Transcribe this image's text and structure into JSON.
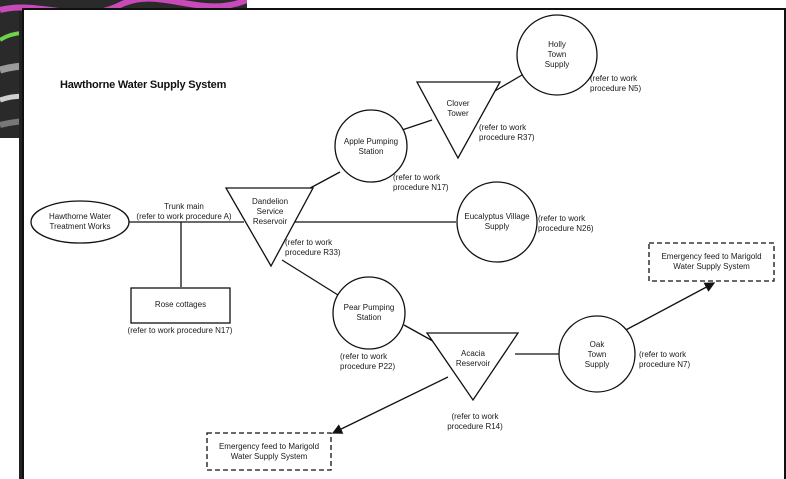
{
  "title": "Hawthorne Water Supply System",
  "nodes": {
    "treatment": "Hawthorne Water\nTreatment Works",
    "dandelion": "Dandelion\nService\nReservoir",
    "apple": "Apple Pumping\nStation",
    "clover": "Clover\nTower",
    "holly": "Holly\nTown\nSupply",
    "eucalyptus": "Eucalyptus Village\nSupply",
    "pear": "Pear Pumping\nStation",
    "acacia": "Acacia\nReservoir",
    "oak": "Oak\nTown\nSupply",
    "rose": "Rose cottages",
    "emerg_right": "Emergency feed to Marigold\nWater Supply System",
    "emerg_left": "Emergency feed to Marigold\nWater Supply System"
  },
  "labels": {
    "trunk": "Trunk main\n(refer to work procedure A)",
    "holly_ref": "(refer to work\nprocedure N5)",
    "clover_ref": "(refer to work\nprocedure R37)",
    "apple_ref": "(refer to work\nprocedure N17)",
    "eucalyptus_ref": "(refer to work\nprocedure N26)",
    "dandelion_ref": "(refer to work\nprocedure R33)",
    "rose_ref": "(refer to work procedure N17)",
    "pear_ref": "(refer to work\nprocedure P22)",
    "acacia_ref": "(refer to work\nprocedure R14)",
    "oak_ref": "(refer to work\nprocedure N7)"
  }
}
